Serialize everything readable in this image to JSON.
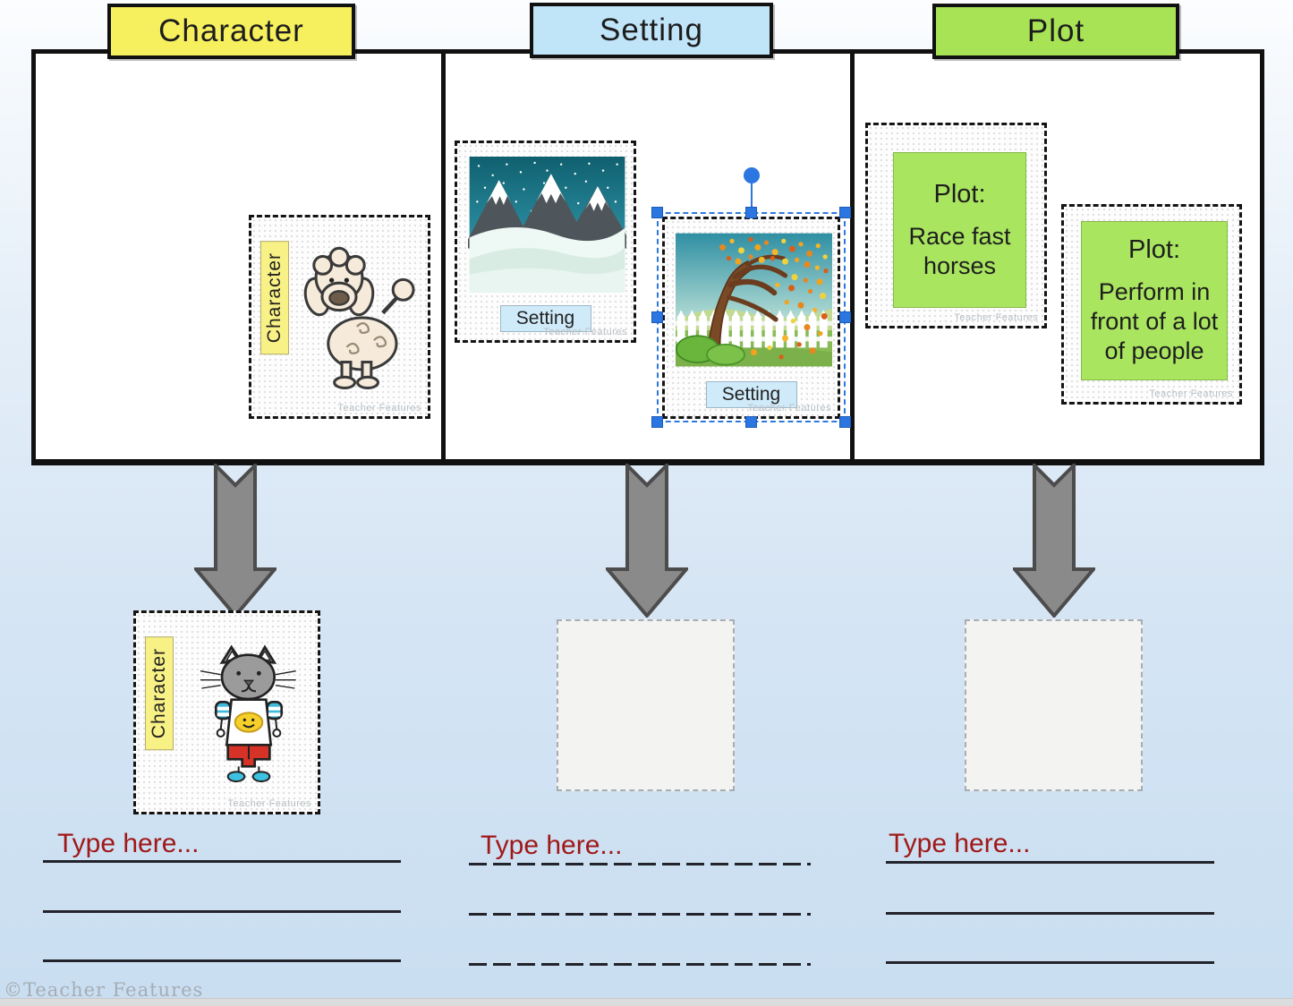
{
  "page": {
    "footer_watermark": "©Teacher Features",
    "card_watermark": "Teacher Features"
  },
  "headers": {
    "character": "Character",
    "setting": "Setting",
    "plot": "Plot"
  },
  "cards": {
    "poodle": {
      "label": "Character"
    },
    "winter": {
      "label": "Setting"
    },
    "autumn": {
      "label": "Setting",
      "selected": true
    },
    "plot_race": {
      "title": "Plot:",
      "body": "Race fast horses"
    },
    "plot_perform": {
      "title": "Plot:",
      "body": "Perform in front of a lot of people"
    },
    "cat": {
      "label": "Character"
    }
  },
  "answers": {
    "character_prompt": "Type here...",
    "setting_prompt": "Type here...",
    "plot_prompt": "Type here..."
  },
  "colors": {
    "character_header": "#f7f05e",
    "setting_header": "#c0e4f8",
    "plot_header": "#a8e356",
    "selection_blue": "#2b76e0",
    "prompt_red": "#a01818",
    "arrow_gray": "#8a8a8a"
  }
}
